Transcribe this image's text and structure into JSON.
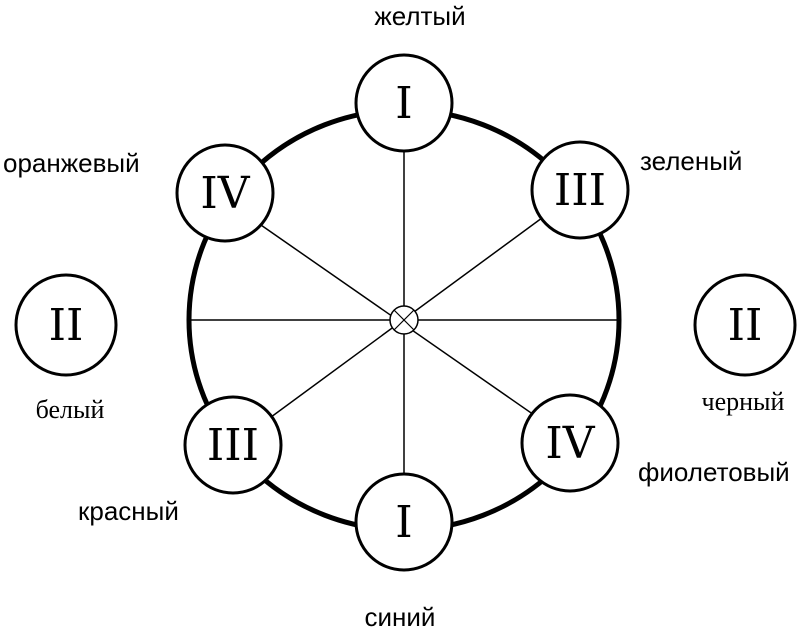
{
  "nodes": {
    "top": "I",
    "upper_left": "IV",
    "upper_right": "III",
    "lower_left": "III",
    "lower_right": "IV",
    "bottom": "I",
    "side_left": "II",
    "side_right": "II"
  },
  "labels": {
    "top": "желтый",
    "upper_left": "оранжевый",
    "upper_right": "зеленый",
    "side_left": "белый",
    "side_right": "черный",
    "lower_left": "красный",
    "lower_right": "фиолетовый",
    "bottom": "синий"
  },
  "colors": {
    "ink": "#000000",
    "background": "#ffffff"
  }
}
